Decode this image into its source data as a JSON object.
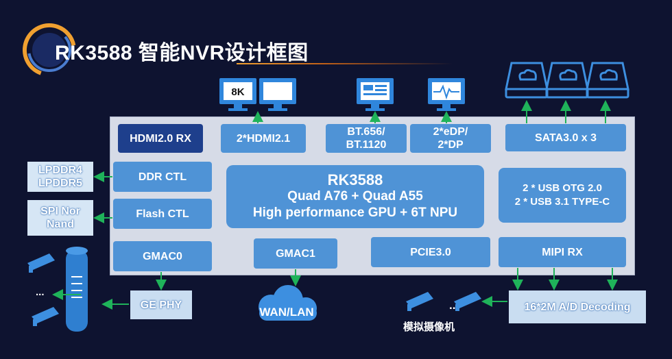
{
  "title": "RK3588  智能NVR设计框图",
  "monitor_8k_label": "8K",
  "soc": {
    "name": "RK3588",
    "line2": "Quad A76 + Quad A55",
    "line3": "High performance GPU + 6T NPU"
  },
  "blocks": {
    "hdmi_rx": "HDMI2.0 RX",
    "hdmi_tx": "2*HDMI2.1",
    "bt656_l1": "BT.656/",
    "bt656_l2": "BT.1120",
    "edp_l1": "2*eDP/",
    "edp_l2": "2*DP",
    "sata": "SATA3.0 x 3",
    "ddr": "DDR CTL",
    "flash": "Flash CTL",
    "usb_l1": "2 * USB OTG 2.0",
    "usb_l2": "2 * USB 3.1 TYPE-C",
    "gmac0": "GMAC0",
    "gmac1": "GMAC1",
    "pcie": "PCIE3.0",
    "mipi": "MIPI RX"
  },
  "externals": {
    "lpddr_l1": "LPDDR4",
    "lpddr_l2": "LPDDR5",
    "spi_l1": "SPI Nor",
    "spi_l2": "Nand",
    "gephy": "GE PHY",
    "wan": "WAN/LAN",
    "decoding": "16*2M A/D Decoding",
    "analog_cam": "模拟摄像机",
    "ellipsis_left": "...",
    "ellipsis_right": "..."
  },
  "colors": {
    "background": "#0e1330",
    "block_blue": "#4f93d6",
    "block_dark": "#1e3f8c",
    "chip_bg": "#d6dbe7",
    "arrow_green": "#1fb35a",
    "icon_blue": "#3d8fe0"
  }
}
